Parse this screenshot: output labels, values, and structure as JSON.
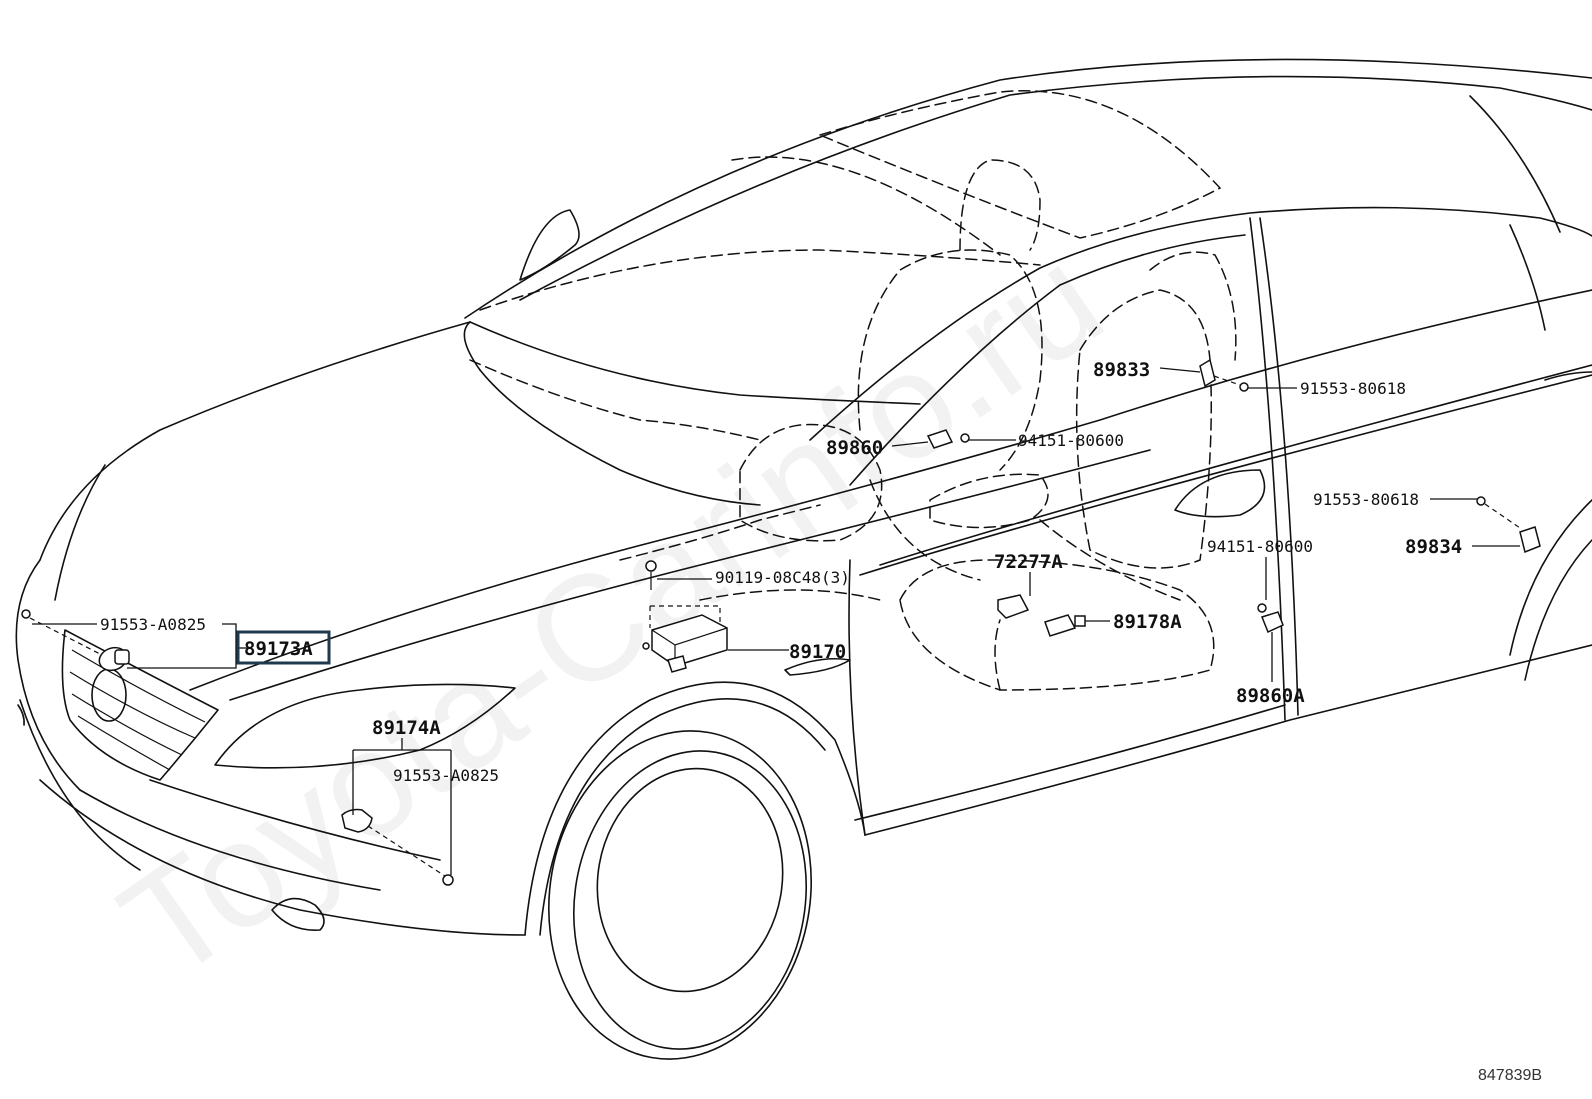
{
  "watermark": "Toyota-Carinfo.ru",
  "reference_code": "847839B",
  "labels": {
    "p89173A": "89173A",
    "p91553_A0825_front": "91553-A0825",
    "p89174A": "89174A",
    "p91553_A0825_lower": "91553-A0825",
    "p90119": "90119-08C48(3)",
    "p89170": "89170",
    "p89860": "89860",
    "p94151_upper": "94151-80600",
    "p89833": "89833",
    "p91553_80618_upper": "91553-80618",
    "p72277A": "72277A",
    "p89178A": "89178A",
    "p91553_80618_rear": "91553-80618",
    "p94151_lower": "94151-80600",
    "p89834": "89834",
    "p89860A": "89860A"
  },
  "highlighted_part": "89173A",
  "line_color": "#111111",
  "highlight_color": "#1f3a4d"
}
